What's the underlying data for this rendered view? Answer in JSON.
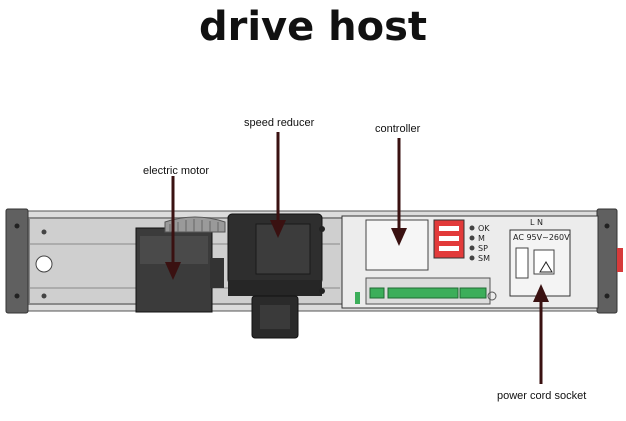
{
  "title": "drive host",
  "labels": {
    "speed_reducer": "speed reducer",
    "controller": "controller",
    "electric_motor": "electric motor",
    "power_cord_socket": "power cord socket"
  },
  "device_text": {
    "terminal": "L N",
    "voltage": "AC 95V~260V",
    "leds": [
      "OK",
      "M",
      "SP",
      "SM"
    ]
  },
  "colors": {
    "housing": "#6f6f6f",
    "arrow": "#3a1111",
    "controller_panel": "#ececec",
    "green_connector": "#3cae5a",
    "red_display": "#e23a3a"
  }
}
